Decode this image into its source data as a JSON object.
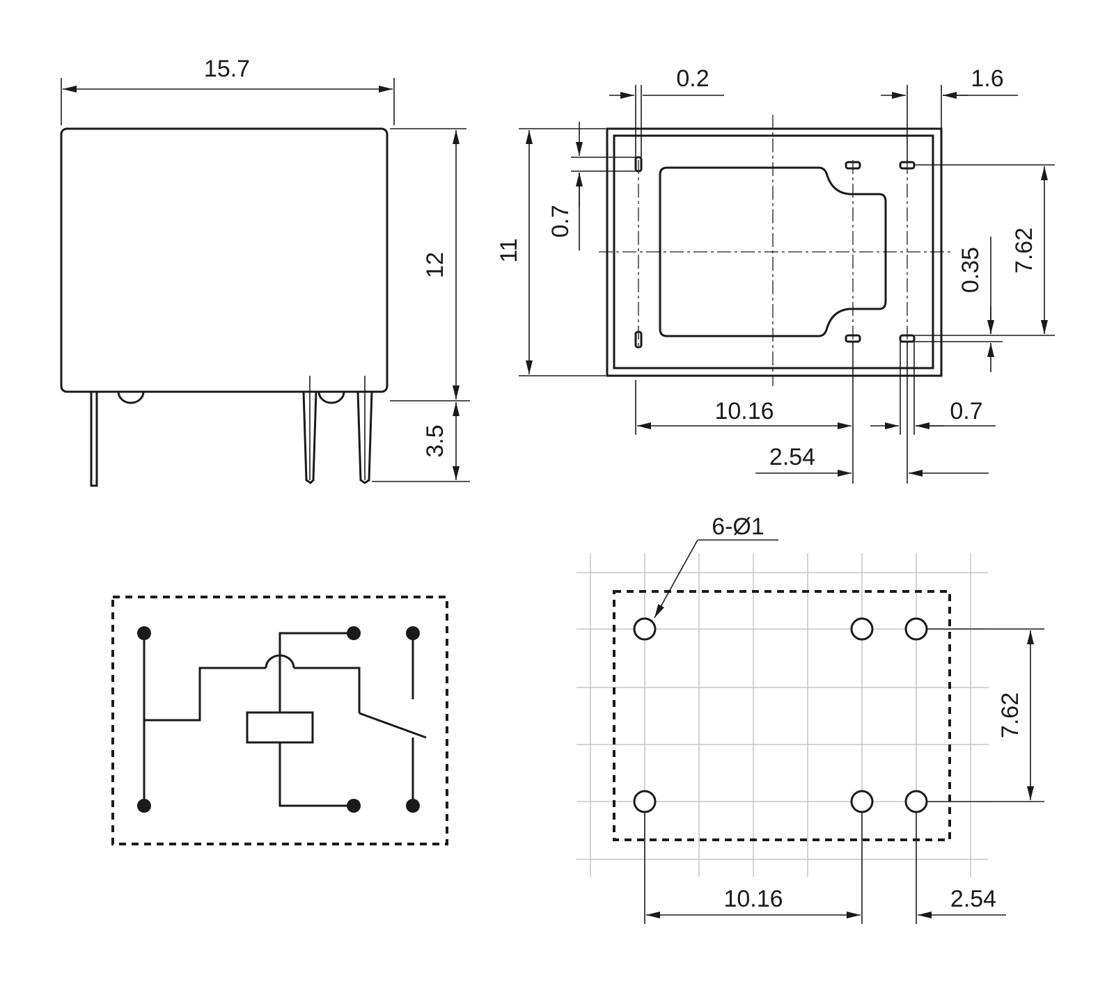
{
  "side_view": {
    "width": "15.7",
    "height": "12",
    "pin_length": "3.5"
  },
  "bottom_view": {
    "pin_offset": "0.2",
    "pin_width_right": "1.6",
    "height": "11",
    "pin_height": "0.7",
    "row_spacing": "7.62",
    "pin_offset_small": "0.35",
    "pitch_long": "10.16",
    "pitch_short": "2.54",
    "pin_thickness": "0.7"
  },
  "pcb_layout": {
    "hole_callout": "6-Ø1",
    "row_spacing": "7.62",
    "pitch_long": "10.16",
    "pitch_short": "2.54"
  }
}
